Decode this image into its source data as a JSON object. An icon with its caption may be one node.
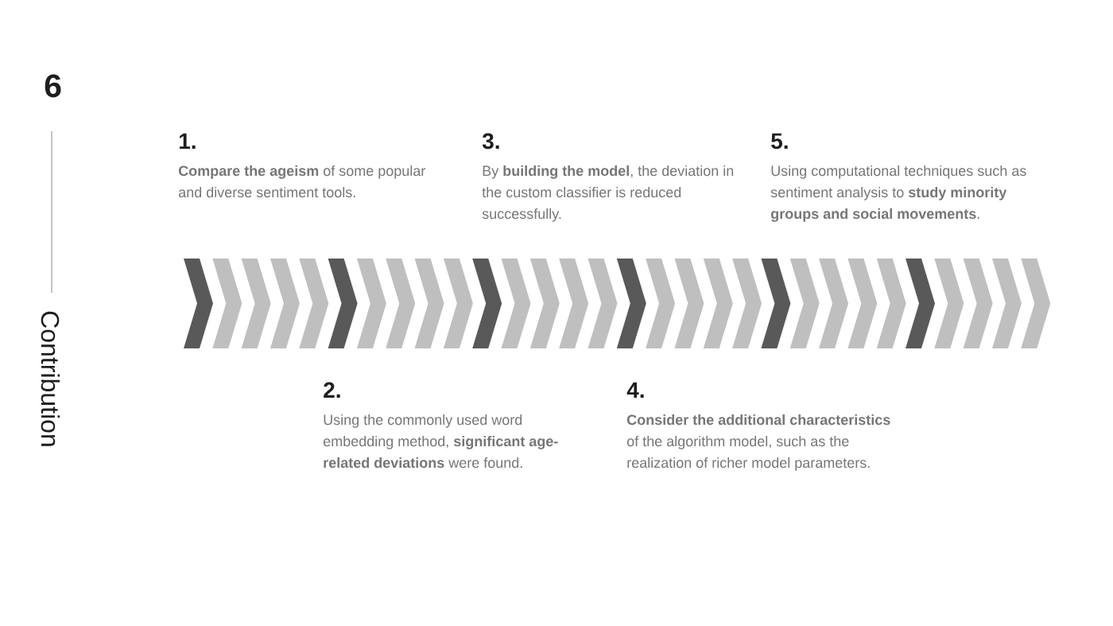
{
  "diagram": {
    "title": "Contribution",
    "labels": [
      "6",
      "1.",
      "**Compare the ageism** of some popular and diverse sentiment tools.",
      "3.",
      "By **building the model**, the deviation in the custom classifier is reduced successfully.",
      "5.",
      "Using computational techniques such as sentiment analysis to **study minority groups and social movements**.",
      "2.",
      "Using the commonly used word embedding method, **significant age-related deviations** were found.",
      "4.",
      "**Consider the additional characteristics** of the algorithm model, such as the realization of richer model parameters."
    ]
  }
}
